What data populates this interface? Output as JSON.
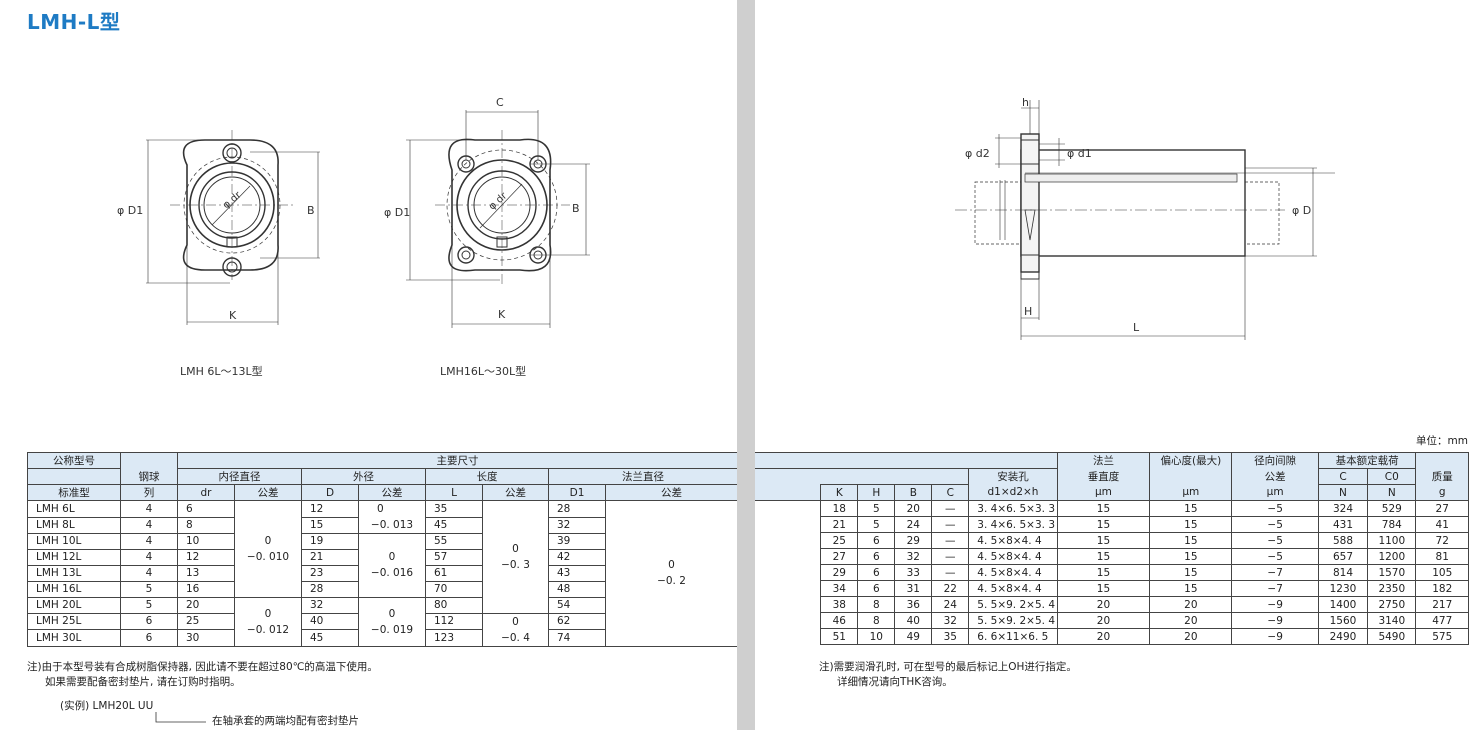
{
  "title": "LMH-L型",
  "unit": "单位：mm",
  "drawings": {
    "left_caption": "LMH 6L〜13L型",
    "mid_caption": "LMH16L〜30L型",
    "labels": {
      "phiD1": "φ D1",
      "B": "B",
      "K": "K",
      "C": "C",
      "phidr": "φ dr",
      "h": "h",
      "phid2": "φ d2",
      "phid1": "φ d1",
      "phiD": "φ D",
      "H": "H",
      "L": "L"
    }
  },
  "left_table": {
    "h_model": "公称型号",
    "h_model_sub": "标准型",
    "h_balls": "钢球",
    "h_balls_sub": "列",
    "h_main": "主要尺寸",
    "h_inner": "内径直径",
    "h_outer": "外径",
    "h_length": "长度",
    "h_flange": "法兰直径",
    "h_dr": "dr",
    "h_tol": "公差",
    "h_D": "D",
    "h_L": "L",
    "h_D1": "D1",
    "tol_dr_a": "0",
    "tol_dr_a2": "−0. 010",
    "tol_dr_b": "0",
    "tol_dr_b2": "−0. 012",
    "tol_D_a": "0",
    "tol_D_a2": "−0. 013",
    "tol_D_b": "0",
    "tol_D_b2": "−0. 016",
    "tol_D_c": "0",
    "tol_D_c2": "−0. 019",
    "tol_L_a": "0",
    "tol_L_a2": "−0. 3",
    "tol_L_b": "0",
    "tol_L_b2": "−0. 4",
    "tol_D1": "0",
    "tol_D1_2": "−0. 2",
    "rows": [
      {
        "model": "LMH 6L",
        "balls": "4",
        "dr": "6",
        "D": "12",
        "L": "35",
        "D1": "28"
      },
      {
        "model": "LMH 8L",
        "balls": "4",
        "dr": "8",
        "D": "15",
        "L": "45",
        "D1": "32"
      },
      {
        "model": "LMH 10L",
        "balls": "4",
        "dr": "10",
        "D": "19",
        "L": "55",
        "D1": "39"
      },
      {
        "model": "LMH 12L",
        "balls": "4",
        "dr": "12",
        "D": "21",
        "L": "57",
        "D1": "42"
      },
      {
        "model": "LMH 13L",
        "balls": "4",
        "dr": "13",
        "D": "23",
        "L": "61",
        "D1": "43"
      },
      {
        "model": "LMH 16L",
        "balls": "5",
        "dr": "16",
        "D": "28",
        "L": "70",
        "D1": "48"
      },
      {
        "model": "LMH 20L",
        "balls": "5",
        "dr": "20",
        "D": "32",
        "L": "80",
        "D1": "54"
      },
      {
        "model": "LMH 25L",
        "balls": "6",
        "dr": "25",
        "D": "40",
        "L": "112",
        "D1": "62"
      },
      {
        "model": "LMH 30L",
        "balls": "6",
        "dr": "30",
        "D": "45",
        "L": "123",
        "D1": "74"
      }
    ]
  },
  "right_table": {
    "h_flange_v": "法兰",
    "h_flange_v2": "垂直度",
    "h_ecc": "偏心度(最大)",
    "h_radial": "径向间隙",
    "h_radial2": "公差",
    "h_load": "基本额定载荷",
    "h_mass": "质量",
    "h_K": "K",
    "h_H": "H",
    "h_B": "B",
    "h_C": "C",
    "h_hole": "安装孔",
    "h_hole_sub": "d1×d2×h",
    "h_um": "μm",
    "h_Cd": "C",
    "h_C0": "C0",
    "h_N": "N",
    "h_g": "g",
    "rows": [
      {
        "K": "18",
        "H": "5",
        "B": "20",
        "C": "—",
        "hole": "3. 4×6. 5×3. 3",
        "perp": "15",
        "ecc": "15",
        "rad": "−5",
        "Cd": "324",
        "C0": "529",
        "mass": "27"
      },
      {
        "K": "21",
        "H": "5",
        "B": "24",
        "C": "—",
        "hole": "3. 4×6. 5×3. 3",
        "perp": "15",
        "ecc": "15",
        "rad": "−5",
        "Cd": "431",
        "C0": "784",
        "mass": "41"
      },
      {
        "K": "25",
        "H": "6",
        "B": "29",
        "C": "—",
        "hole": "4. 5×8×4. 4",
        "perp": "15",
        "ecc": "15",
        "rad": "−5",
        "Cd": "588",
        "C0": "1100",
        "mass": "72"
      },
      {
        "K": "27",
        "H": "6",
        "B": "32",
        "C": "—",
        "hole": "4. 5×8×4. 4",
        "perp": "15",
        "ecc": "15",
        "rad": "−5",
        "Cd": "657",
        "C0": "1200",
        "mass": "81"
      },
      {
        "K": "29",
        "H": "6",
        "B": "33",
        "C": "—",
        "hole": "4. 5×8×4. 4",
        "perp": "15",
        "ecc": "15",
        "rad": "−7",
        "Cd": "814",
        "C0": "1570",
        "mass": "105"
      },
      {
        "K": "34",
        "H": "6",
        "B": "31",
        "C": "22",
        "hole": "4. 5×8×4. 4",
        "perp": "15",
        "ecc": "15",
        "rad": "−7",
        "Cd": "1230",
        "C0": "2350",
        "mass": "182"
      },
      {
        "K": "38",
        "H": "8",
        "B": "36",
        "C": "24",
        "hole": "5. 5×9. 2×5. 4",
        "perp": "20",
        "ecc": "20",
        "rad": "−9",
        "Cd": "1400",
        "C0": "2750",
        "mass": "217"
      },
      {
        "K": "46",
        "H": "8",
        "B": "40",
        "C": "32",
        "hole": "5. 5×9. 2×5. 4",
        "perp": "20",
        "ecc": "20",
        "rad": "−9",
        "Cd": "1560",
        "C0": "3140",
        "mass": "477"
      },
      {
        "K": "51",
        "H": "10",
        "B": "49",
        "C": "35",
        "hole": "6. 6×11×6. 5",
        "perp": "20",
        "ecc": "20",
        "rad": "−9",
        "Cd": "2490",
        "C0": "5490",
        "mass": "575"
      }
    ]
  },
  "notes": {
    "left_1": "注)由于本型号装有合成树脂保持器, 因此请不要在超过80℃的高温下使用。",
    "left_2": "如果需要配备密封垫片, 请在订购时指明。",
    "example": "(实例) LMH20L UU",
    "example_desc": "在轴承套的两端均配有密封垫片",
    "right_1": "注)需要润滑孔时, 可在型号的最后标记上OH进行指定。",
    "right_2": "详细情况请向THK咨询。"
  }
}
